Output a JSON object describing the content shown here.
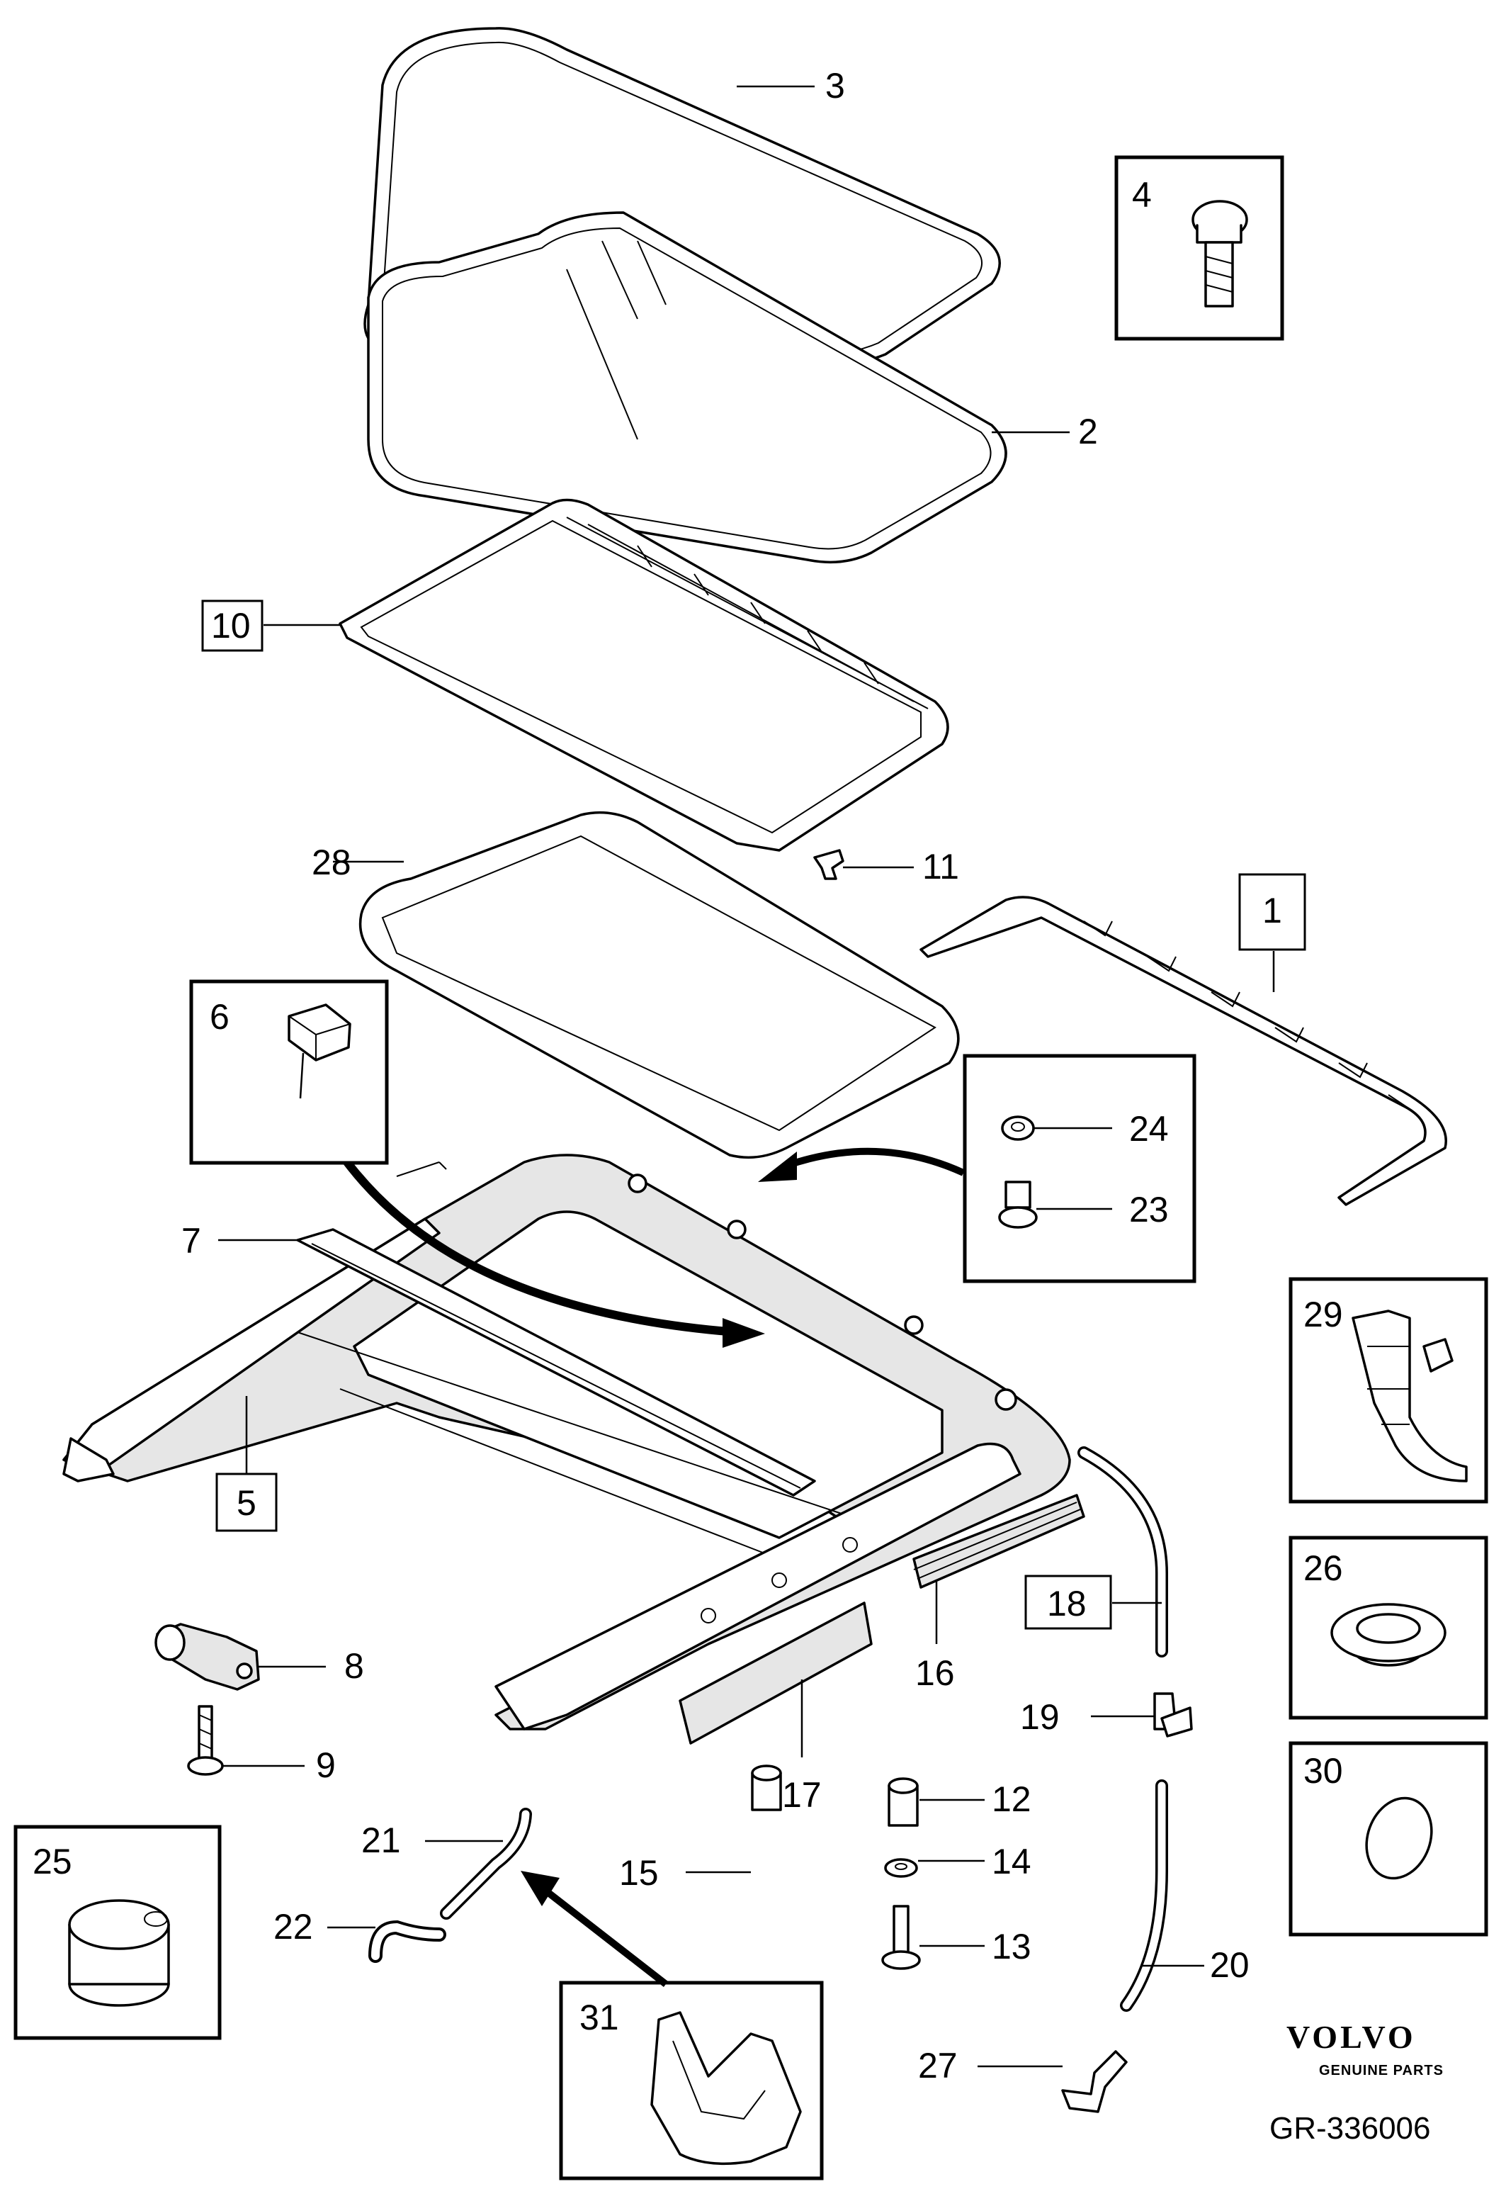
{
  "labels": {
    "p1": "1",
    "p2": "2",
    "p3": "3",
    "p4": "4",
    "p5": "5",
    "p6": "6",
    "p7": "7",
    "p8": "8",
    "p9": "9",
    "p10": "10",
    "p11": "11",
    "p12": "12",
    "p13": "13",
    "p14": "14",
    "p15": "15",
    "p16": "16",
    "p17": "17",
    "p18": "18",
    "p19": "19",
    "p20": "20",
    "p21": "21",
    "p22": "22",
    "p23": "23",
    "p24": "24",
    "p25": "25",
    "p26": "26",
    "p27": "27",
    "p28": "28",
    "p29": "29",
    "p30": "30",
    "p31": "31"
  },
  "brand": {
    "name": "VOLVO",
    "tagline": "GENUINE PARTS"
  },
  "reference": "GR-336006"
}
